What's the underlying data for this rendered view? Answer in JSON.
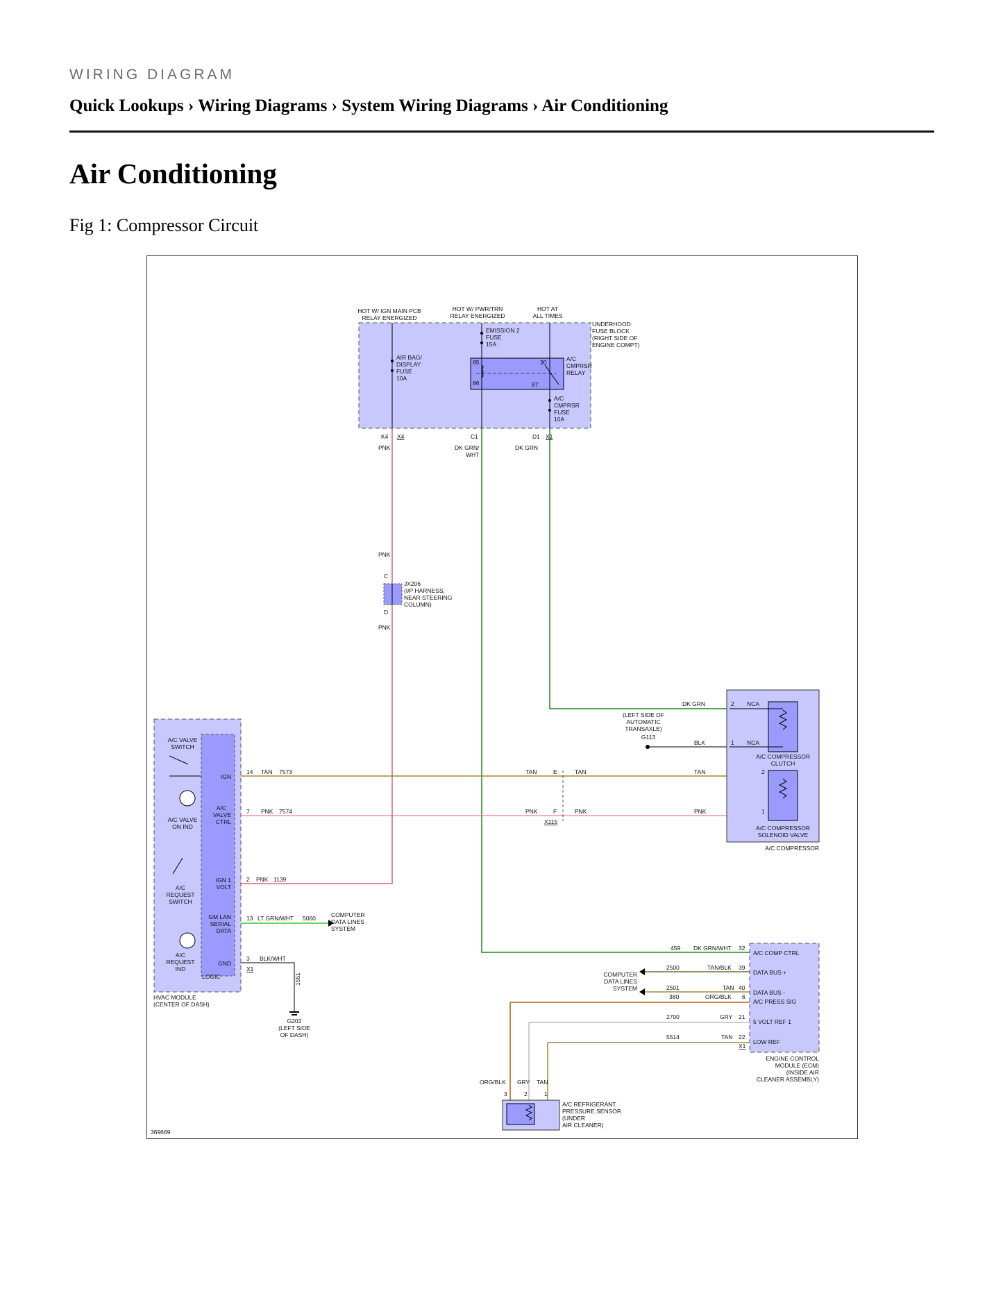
{
  "header": {
    "kicker": "WIRING DIAGRAM",
    "breadcrumb": [
      "Quick Lookups",
      "Wiring Diagrams",
      "System Wiring Diagrams",
      "Air Conditioning"
    ],
    "separator": "›"
  },
  "page_title": "Air Conditioning",
  "figure_caption": "Fig 1: Compressor Circuit",
  "diagram": {
    "figure_id": "369669",
    "colors": {
      "pnk": "#e0607a",
      "grn": "#1a8a1a",
      "tan": "#9a8a3a",
      "ltgrn": "#33cc33",
      "orgblk": "#b06010",
      "gry": "#999999",
      "module": "#c8c8ff",
      "module_dark": "#9a9aff"
    },
    "fuse_block": {
      "hot_labels": [
        "HOT W/ IGN MAIN PCB",
        "RELAY ENERGIZED",
        "HOT W/ PWR/TRN",
        "RELAY ENERGIZED",
        "HOT AT",
        "ALL TIMES"
      ],
      "name": [
        "UNDERHOOD",
        "FUSE BLOCK",
        "(RIGHT SIDE OF",
        "ENGINE COMPT)"
      ],
      "airbag_fuse": [
        "AIR BAG/",
        "DISPLAY",
        "FUSE",
        "10A"
      ],
      "emission_fuse": [
        "EMISSION 2",
        "FUSE",
        "15A"
      ],
      "relay": [
        "A/C",
        "CMPRSR",
        "RELAY"
      ],
      "relay_pins": [
        "85",
        "30",
        "86",
        "87"
      ],
      "ac_fuse": [
        "A/C",
        "CMPRSR",
        "FUSE",
        "10A"
      ],
      "connectors": [
        "K4",
        "X4",
        "C1",
        "D1",
        "X1"
      ],
      "wire_colors": [
        "PNK",
        "DK GRN/",
        "WHT",
        "DK GRN"
      ]
    },
    "splice": {
      "wire": "PNK",
      "pin_top": "C",
      "pin_bottom": "D",
      "wire_below": "PNK",
      "name": [
        "JX206",
        "(I/P HARNESS,",
        "NEAR STEERING",
        "COLUMN)"
      ]
    },
    "hvac": {
      "switch_labels": [
        "A/C VALVE",
        "SWITCH",
        "A/C VALVE",
        "ON IND",
        "A/C",
        "REQUEST",
        "SWITCH",
        "A/C",
        "REQUEST",
        "IND"
      ],
      "pins": [
        "IGN",
        "A/C",
        "VALVE",
        "CTRL",
        "IGN 1",
        "VOLT",
        "GM LAN",
        "SERIAL",
        "DATA",
        "GND",
        "LOGIC"
      ],
      "name": [
        "HVAC MODULE",
        "(CENTER OF DASH)"
      ],
      "connector": "X1"
    },
    "wires": [
      {
        "pin": "14",
        "color": "TAN",
        "circuit": "7573"
      },
      {
        "pin": "7",
        "color": "PNK",
        "circuit": "7574"
      },
      {
        "pin": "2",
        "color": "PNK",
        "circuit": "1139"
      },
      {
        "pin": "13",
        "color": "LT GRN/WHT",
        "circuit": "5060"
      },
      {
        "pin": "3",
        "color": "BLK/WHT",
        "circuit": "1551"
      }
    ],
    "data_lines": [
      "COMPUTER",
      "DATA LINES",
      "SYSTEM"
    ],
    "ground_g202": [
      "G202",
      "(LEFT SIDE",
      "OF DASH)"
    ],
    "inline_x115": {
      "pin_e": "E",
      "pin_f": "F",
      "name": "X115",
      "wires": [
        "TAN",
        "TAN",
        "PNK",
        "PNK"
      ]
    },
    "compressor": {
      "name": "A/C COMPRESSOR",
      "clutch": [
        "A/C COMPRESSOR",
        "CLUTCH"
      ],
      "solenoid": [
        "A/C COMPRESSOR",
        "SOLENOID VALVE"
      ],
      "pins": [
        "2",
        "NCA",
        "1",
        "NCA",
        "2",
        "1"
      ],
      "wires": [
        "DK GRN",
        "BLK",
        "TAN",
        "PNK"
      ]
    },
    "ground_g113": [
      "(LEFT SIDE OF",
      "AUTOMATIC",
      "TRANSAXLE)",
      "G113"
    ],
    "ecm": {
      "pins": [
        {
          "circuit": "459",
          "color": "DK GRN/WHT",
          "pin": "32",
          "label": "A/C COMP CTRL"
        },
        {
          "circuit": "2500",
          "color": "TAN/BLK",
          "pin": "39",
          "label": "DATA BUS +"
        },
        {
          "circuit": "2501",
          "color": "TAN",
          "pin": "40",
          "label": "DATA BUS -"
        },
        {
          "circuit": "380",
          "color": "ORG/BLK",
          "pin": "6",
          "label": "A/C PRESS SIG"
        },
        {
          "circuit": "2700",
          "color": "GRY",
          "pin": "21",
          "label": "5 VOLT REF 1"
        },
        {
          "circuit": "5514",
          "color": "TAN",
          "pin": "22",
          "label": "LOW REF"
        }
      ],
      "connector": "X1",
      "data_lines": [
        "COMPUTER",
        "DATA LINES",
        "SYSTEM"
      ],
      "name": [
        "ENGINE CONTROL",
        "MODULE (ECM)",
        "(INSIDE AIR",
        "CLEANER ASSEMBLY)"
      ]
    },
    "sensor": {
      "wires": [
        "ORG/BLK",
        "GRY",
        "TAN"
      ],
      "pins": [
        "3",
        "2",
        "1"
      ],
      "name": [
        "A/C REFRIGERANT",
        "PRESSURE SENSOR",
        "(UNDER",
        "AIR CLEANER)"
      ]
    }
  }
}
